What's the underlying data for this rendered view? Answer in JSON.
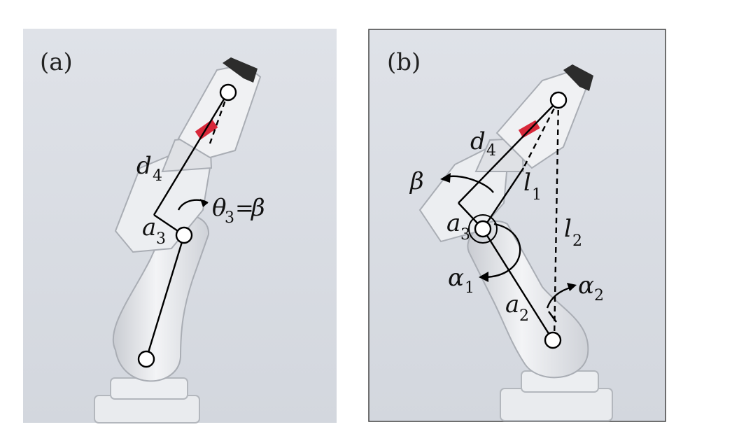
{
  "panel_a": {
    "label": "(a)",
    "d4": {
      "sym": "d",
      "sub": "4"
    },
    "a3": {
      "sym": "a",
      "sub": "3"
    },
    "theta": {
      "sym": "θ",
      "sub": "3",
      "eq": "=",
      "rhs": "β"
    }
  },
  "panel_b": {
    "label": "(b)",
    "d4": {
      "sym": "d",
      "sub": "4"
    },
    "beta": "β",
    "l1": {
      "sym": "l",
      "sub": "1"
    },
    "a3": {
      "sym": "a",
      "sub": "3"
    },
    "l2": {
      "sym": "l",
      "sub": "2"
    },
    "alpha1": {
      "sym": "α",
      "sub": "1"
    },
    "a2": {
      "sym": "a",
      "sub": "2"
    },
    "alpha2": {
      "sym": "α",
      "sub": "2"
    }
  },
  "colors": {
    "background_panel": "#d9dde4",
    "robot_body": "#eef0f3",
    "robot_shadow": "#b9bdc4",
    "robot_dark": "#2c2c2c",
    "brand_red": "#d8283a",
    "line": "#000000"
  }
}
